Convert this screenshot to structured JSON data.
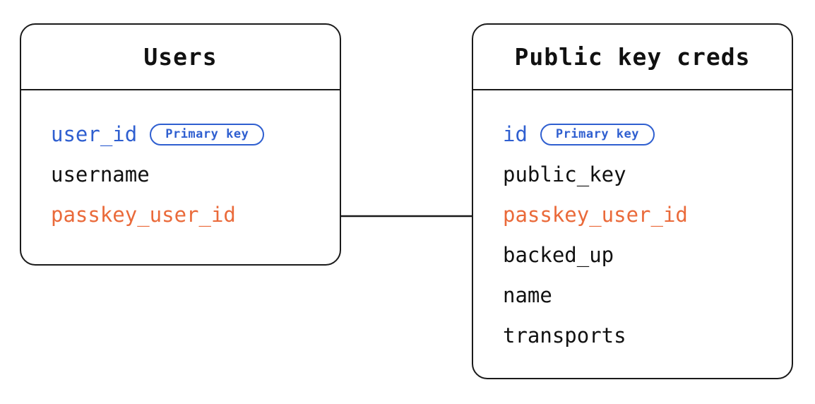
{
  "diagram": {
    "type": "entity-relationship-diagram",
    "background_color": "#ffffff",
    "stroke_color": "#1a1a1a",
    "accent_primary_key_color": "#2f5fd0",
    "accent_foreign_key_color": "#ea6a3a",
    "text_color": "#111111"
  },
  "tables": [
    {
      "id": "users",
      "title": "Users",
      "fields": [
        {
          "name": "user_id",
          "role": "pk",
          "badge": "Primary key"
        },
        {
          "name": "username",
          "role": "normal",
          "badge": null
        },
        {
          "name": "passkey_user_id",
          "role": "fk",
          "badge": null
        }
      ]
    },
    {
      "id": "public_key_creds",
      "title": "Public key creds",
      "fields": [
        {
          "name": "id",
          "role": "pk",
          "badge": "Primary key"
        },
        {
          "name": "public_key",
          "role": "normal",
          "badge": null
        },
        {
          "name": "passkey_user_id",
          "role": "fk",
          "badge": null
        },
        {
          "name": "backed_up",
          "role": "normal",
          "badge": null
        },
        {
          "name": "name",
          "role": "normal",
          "badge": null
        },
        {
          "name": "transports",
          "role": "normal",
          "badge": null
        }
      ]
    }
  ],
  "relations": [
    {
      "id": "users-to-pkc",
      "from_table": "users",
      "from_field": "passkey_user_id",
      "to_table": "public_key_creds",
      "to_field": "passkey_user_id",
      "style": "straight-line",
      "color": "#1a1a1a"
    }
  ]
}
